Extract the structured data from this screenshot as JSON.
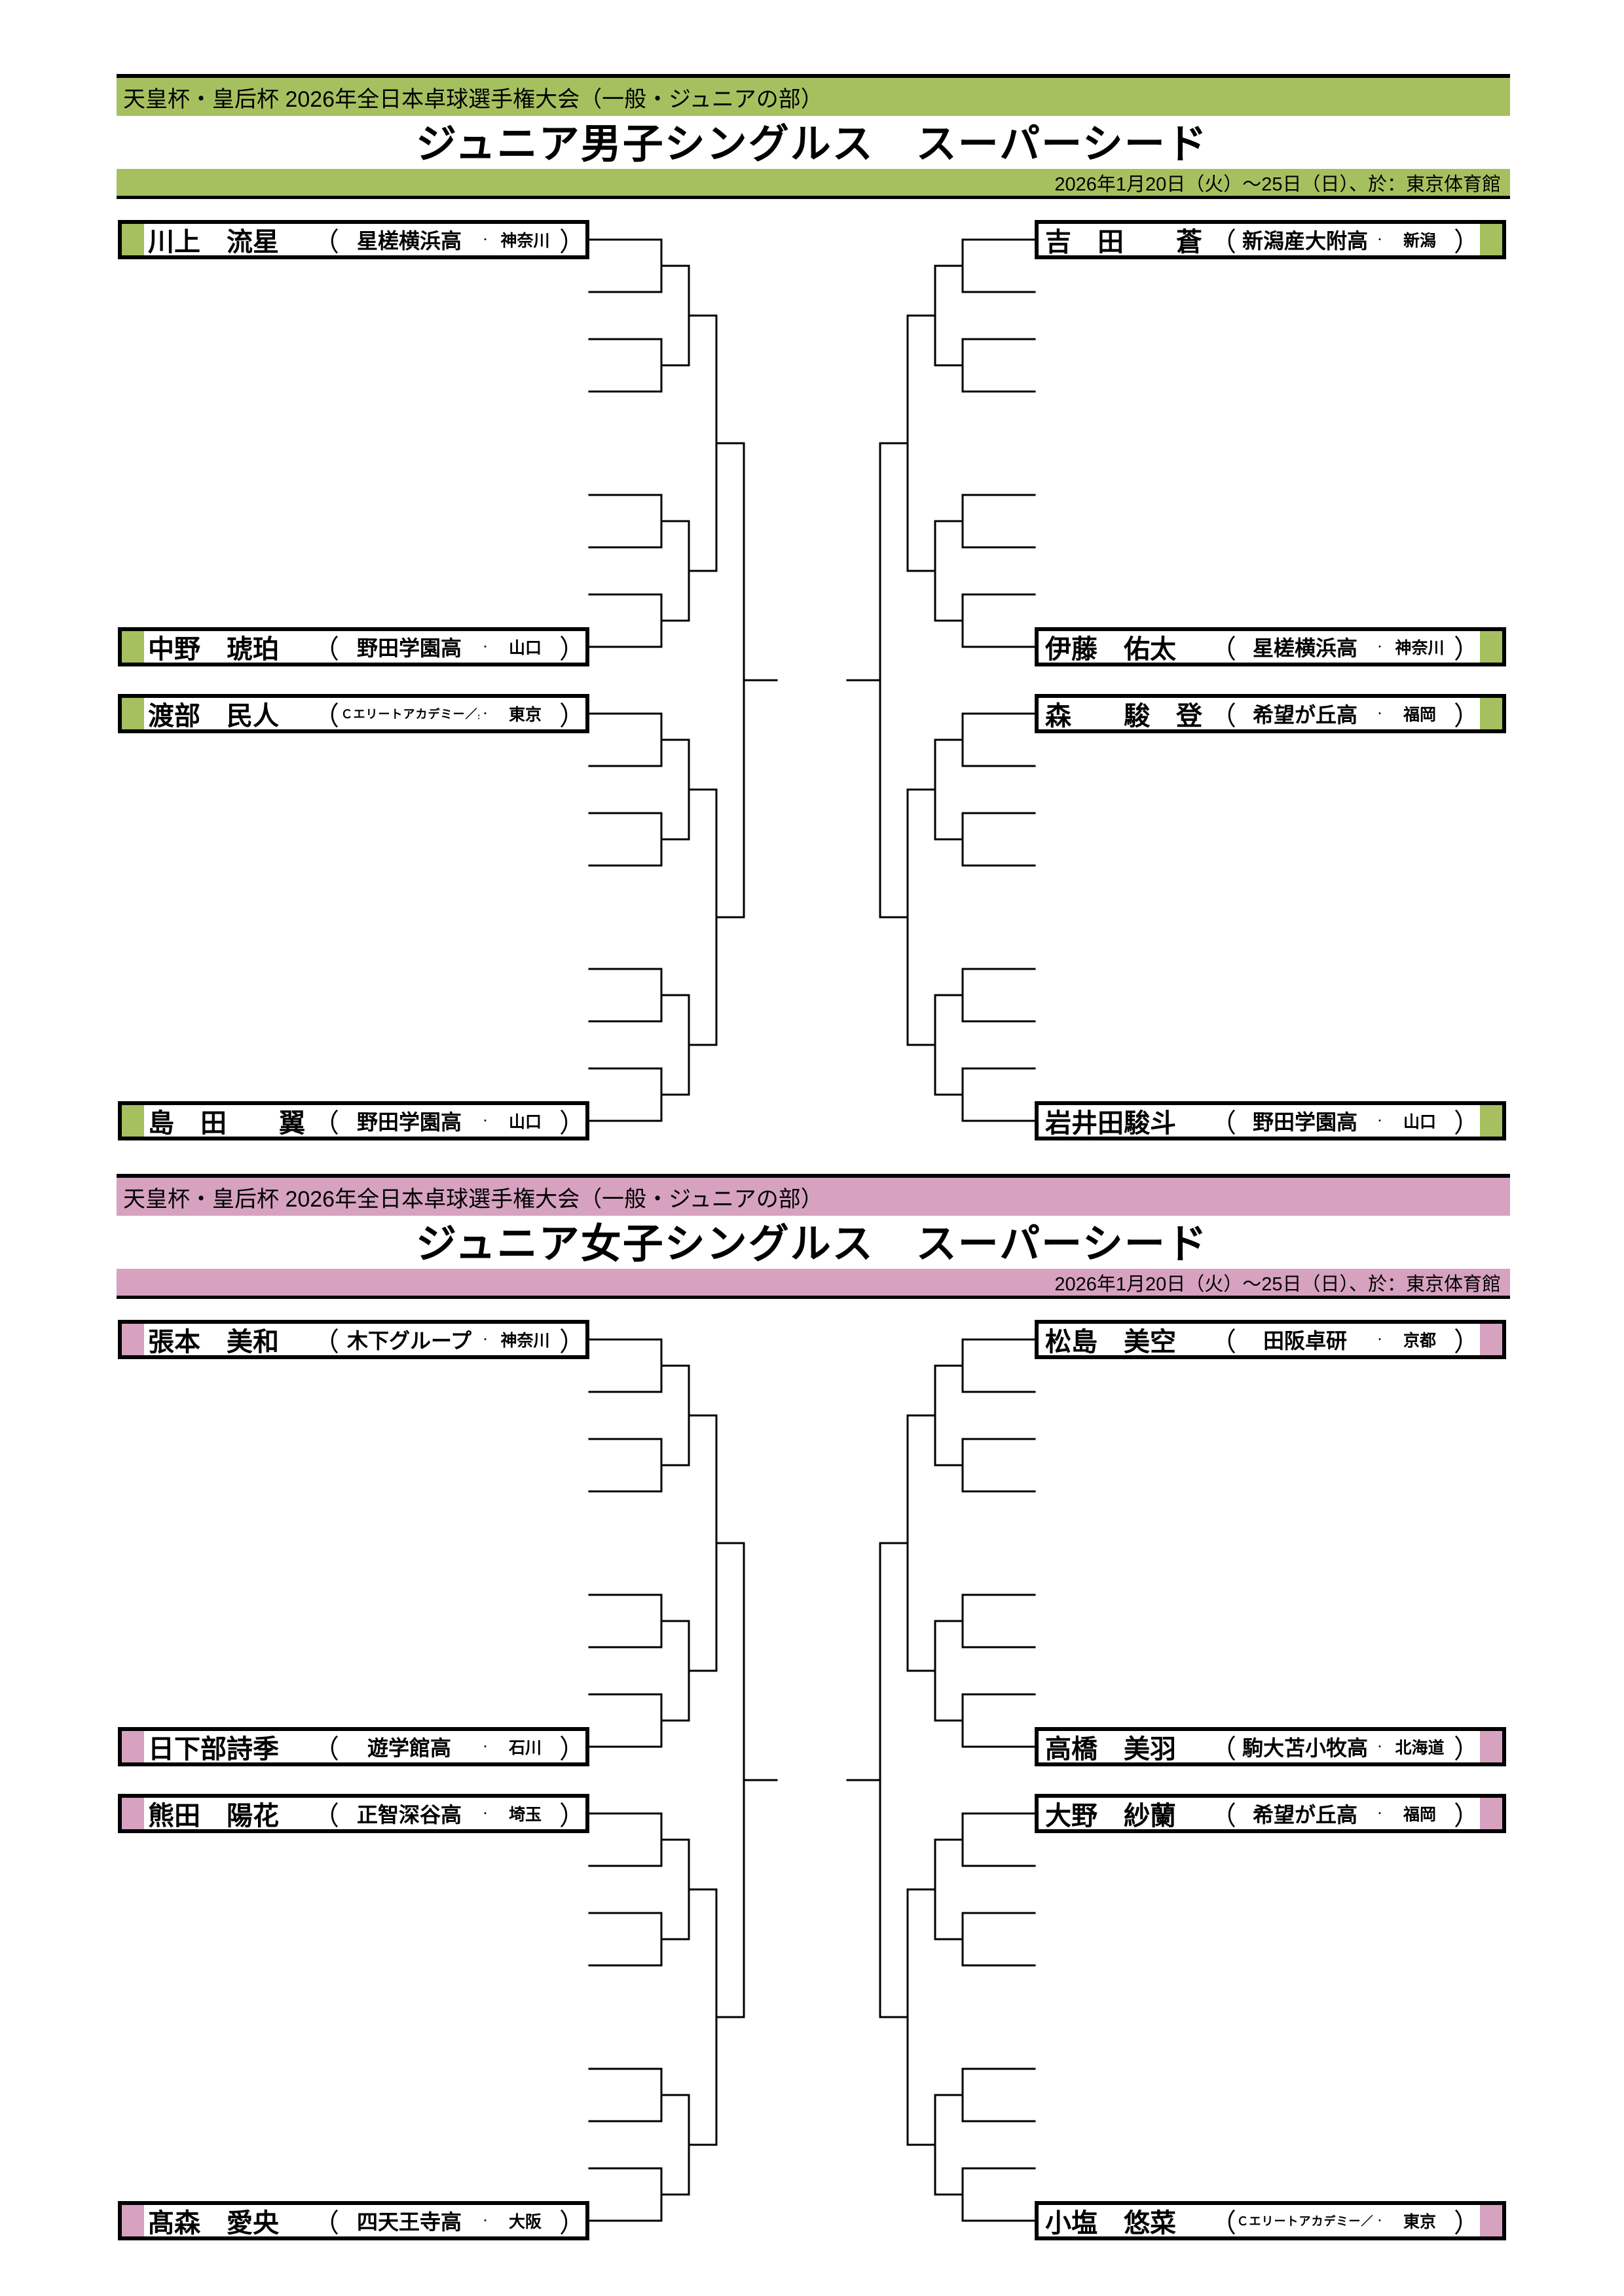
{
  "page": {
    "event_title": "天皇杯・皇后杯 2026年全日本卓球選手権大会（一般・ジュニアの部）",
    "date_venue": "2026年1月20日（火）～25日（日）、於：東京体育館"
  },
  "punct": {
    "open": "（",
    "close": "）",
    "dot": "・"
  },
  "sections": [
    {
      "id": "junior-boys-singles",
      "title": "ジュニア男子シングルス　スーパーシード",
      "accent_color": "#a6c05f",
      "players": [
        {
          "name": "川上　流星",
          "team": "星槎横浜高",
          "pref": "神奈川",
          "slot": "left-1"
        },
        {
          "name": "中野　琥珀",
          "team": "野田学園高",
          "pref": "山口",
          "slot": "left-8"
        },
        {
          "name": "渡部　民人",
          "team": "ＪＯＣエリートアカデミー／星槎",
          "pref": "東京",
          "slot": "left-9"
        },
        {
          "name": "島　田　　翼",
          "team": "野田学園高",
          "pref": "山口",
          "slot": "left-16"
        },
        {
          "name": "吉　田　　蒼",
          "team": "新潟産大附高",
          "pref": "新潟",
          "slot": "right-17"
        },
        {
          "name": "伊藤　佑太",
          "team": "星槎横浜高",
          "pref": "神奈川",
          "slot": "right-24"
        },
        {
          "name": "森　　駿　登",
          "team": "希望が丘高",
          "pref": "福岡",
          "slot": "right-25"
        },
        {
          "name": "岩井田駿斗",
          "team": "野田学園高",
          "pref": "山口",
          "slot": "right-32"
        }
      ]
    },
    {
      "id": "junior-girls-singles",
      "title": "ジュニア女子シングルス　スーパーシード",
      "accent_color": "#d6a2c0",
      "players": [
        {
          "name": "張本　美和",
          "team": "木下グループ",
          "pref": "神奈川",
          "slot": "left-1"
        },
        {
          "name": "日下部詩季",
          "team": "遊学館高",
          "pref": "石川",
          "slot": "left-8"
        },
        {
          "name": "熊田　陽花",
          "team": "正智深谷高",
          "pref": "埼玉",
          "slot": "left-9"
        },
        {
          "name": "髙森　愛央",
          "team": "四天王寺高",
          "pref": "大阪",
          "slot": "left-16"
        },
        {
          "name": "松島　美空",
          "team": "田阪卓研",
          "pref": "京都",
          "slot": "right-17"
        },
        {
          "name": "高橋　美羽",
          "team": "駒大苫小牧高",
          "pref": "北海道",
          "slot": "right-24"
        },
        {
          "name": "大野　紗蘭",
          "team": "希望が丘高",
          "pref": "福岡",
          "slot": "right-25"
        },
        {
          "name": "小塩　悠菜",
          "team": "ＪＯＣエリートアカデミー／星槎",
          "pref": "東京",
          "slot": "right-32"
        }
      ]
    }
  ]
}
